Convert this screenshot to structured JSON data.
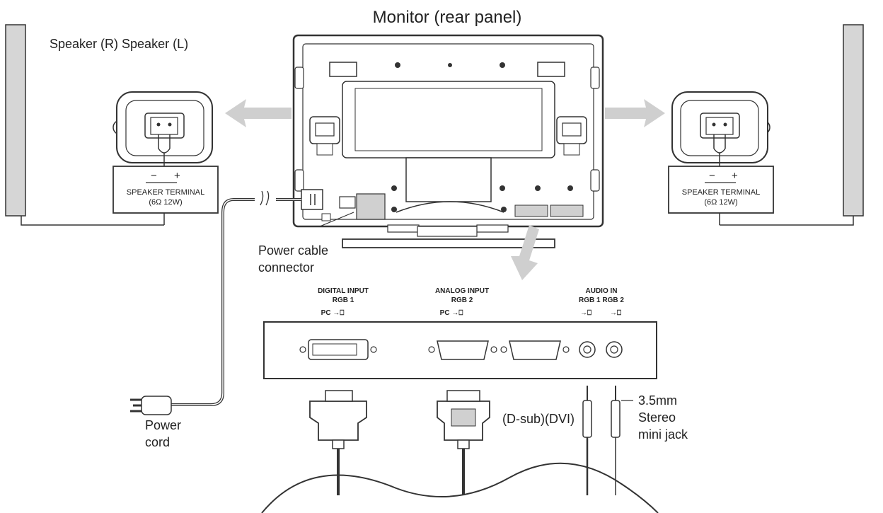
{
  "title": "Monitor (rear panel)",
  "speaker_label": "Speaker (R) Speaker (L)",
  "speaker_terminal": {
    "minus": "−",
    "plus": "+",
    "name": "SPEAKER TERMINAL",
    "rating": "(6Ω 12W)"
  },
  "power_cable_connector": [
    "Power cable",
    "connector"
  ],
  "power_cord": [
    "Power",
    "cord"
  ],
  "inputs": {
    "digital": [
      "DIGITAL INPUT",
      "RGB 1",
      "PC →⎕"
    ],
    "analog": [
      "ANALOG INPUT",
      "RGB 2",
      "PC →⎕"
    ],
    "audio": [
      "AUDIO IN",
      "RGB 1  RGB 2",
      "→⎕",
      "→⎕"
    ]
  },
  "cable_label": "(D-sub)(DVI)",
  "jack_label": [
    "3.5mm",
    "Stereo",
    "mini jack"
  ],
  "colors": {
    "line": "#2a2a2a",
    "arrow": "#c8c8c8",
    "fill": "#ffffff",
    "panel_gray": "#d0d0d0"
  },
  "icons": [
    "speaker",
    "monitor-rear",
    "power-plug",
    "dvi-connector",
    "dsub-connector",
    "audio-jack",
    "direction-arrow"
  ]
}
